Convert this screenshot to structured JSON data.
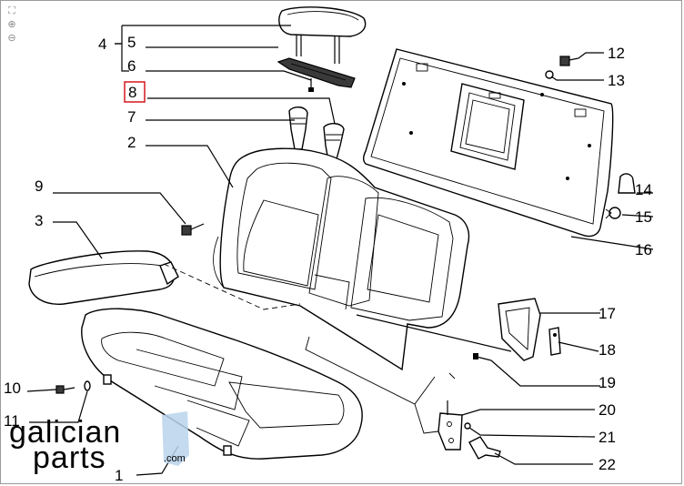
{
  "toolbar": {
    "tools": [
      {
        "icon": "fit-page-icon",
        "glyph": "⛶"
      },
      {
        "icon": "zoom-in-icon",
        "glyph": "⊕"
      },
      {
        "icon": "zoom-out-icon",
        "glyph": "⊖"
      }
    ]
  },
  "callouts": {
    "c1": "1",
    "c2": "2",
    "c3": "3",
    "c4": "4",
    "c5": "5",
    "c6": "6",
    "c7": "7",
    "c8": "8",
    "c9": "9",
    "c10": "10",
    "c11": "11",
    "c12": "12",
    "c13": "13",
    "c14": "14",
    "c15": "15",
    "c16": "16",
    "c17": "17",
    "c18": "18",
    "c19": "19",
    "c20": "20",
    "c21": "21",
    "c22": "22"
  },
  "highlight": {
    "label": "8",
    "color": "#d9262c"
  },
  "watermark": {
    "line1": "galician",
    "line2": "parts",
    "suffix": ".com",
    "accent": "#b8d4ec"
  }
}
